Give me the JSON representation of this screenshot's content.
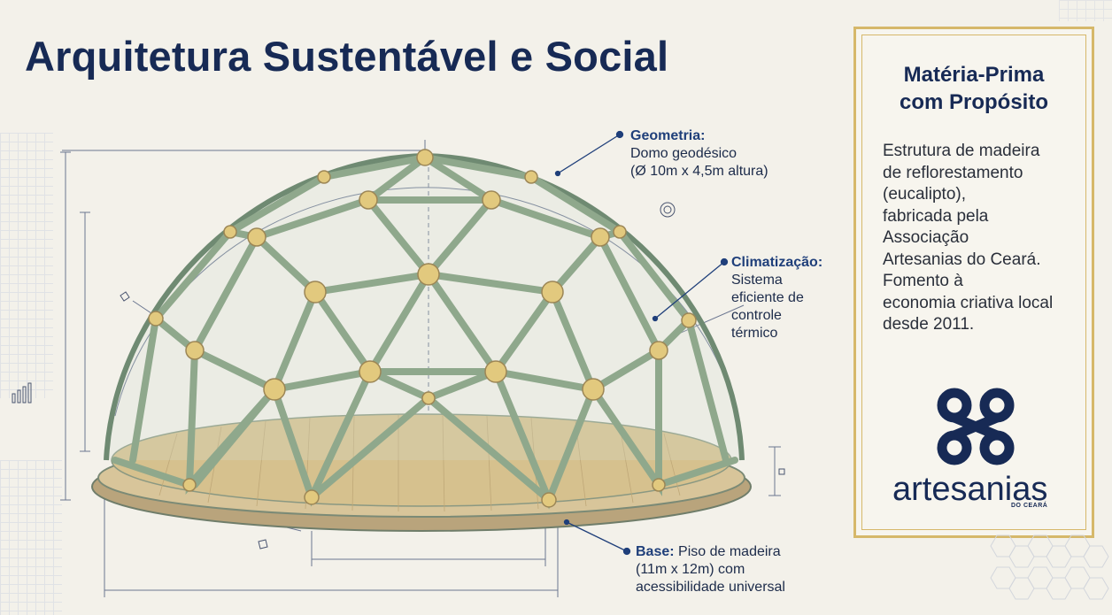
{
  "title": "Arquitetura Sustentável e Social",
  "callouts": {
    "geometria": {
      "label": "Geometria:",
      "line1": "Domo geodésico",
      "line2": "(Ø 10m x 4,5m altura)"
    },
    "climatizacao": {
      "label": "Climatização:",
      "line1": "Sistema",
      "line2": "eficiente de",
      "line3": "controle",
      "line4": "térmico"
    },
    "base": {
      "label": "Base:",
      "text1": " Piso de madeira",
      "line2": "(11m x 12m) com",
      "line3": "acessibilidade universal"
    }
  },
  "panel": {
    "title_line1": "Matéria-Prima",
    "title_line2": "com Propósito",
    "body_lines": [
      "Estrutura de madeira",
      "de reflorestamento",
      "(eucalipto),",
      "fabricada pela",
      "Associação",
      "Artesanias do Ceará.",
      "Fomento à",
      "economia criativa local",
      "desde 2011."
    ]
  },
  "logo": {
    "name": "artesanias",
    "subtitle": "DO CEARÁ"
  },
  "colors": {
    "navy": "#172a55",
    "gold_border": "#d6b86a",
    "timber": "#8fa88c",
    "joint": "#e2c97e",
    "floor": "#c9b48a"
  }
}
